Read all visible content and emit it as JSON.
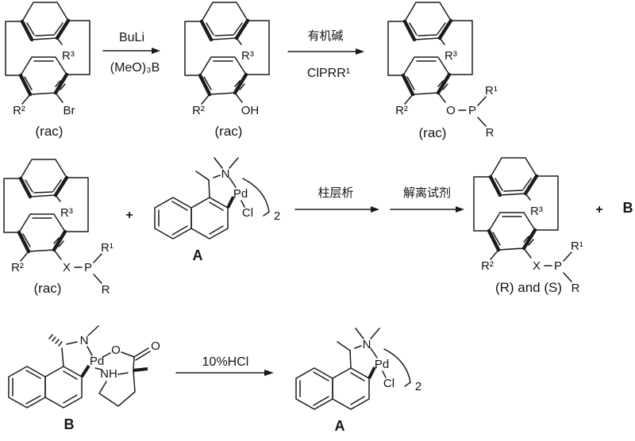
{
  "labels": {
    "r1": "R¹",
    "r2": "R²",
    "r3": "R³",
    "r": "R",
    "p": "P",
    "br": "Br",
    "oh": "OH",
    "o": "O",
    "x": "X",
    "n": "N",
    "nh": "NH",
    "pd": "Pd",
    "cl": "Cl",
    "rac": "(rac)",
    "r_and_s": "(R) and (S)",
    "plus": "+",
    "complex_a": "A",
    "complex_b": "B",
    "dimer_count": "2"
  },
  "reagents": {
    "buli": "BuLi",
    "trimethyl_borate": "(MeO)₃B",
    "organic_base": "有机碱",
    "chlorophosphine": "ClPRR¹",
    "column_chromatography": "柱层析",
    "decomplexing_agent": "解离试剂",
    "hcl": "10%HCl"
  }
}
